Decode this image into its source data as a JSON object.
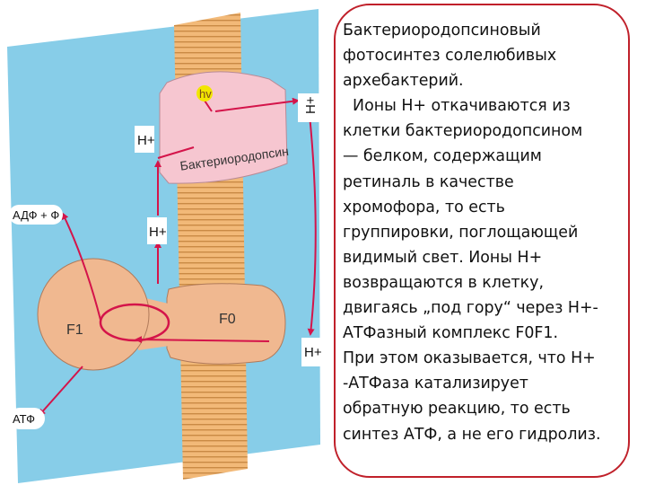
{
  "diagram": {
    "labels": {
      "hv": "hv",
      "h_top_right": "H+",
      "h_left_upper": "H+",
      "h_left_mid": "H+",
      "h_bottom_right": "H+",
      "bacteriorhodopsin": "Бактериородопсин",
      "adp": "АДФ + Ф",
      "f1": "F1",
      "f0": "F0",
      "atp": "АТФ"
    },
    "colors": {
      "background_medium": "#87cde8",
      "membrane": "#f2b978",
      "membrane_stripes": "#c98a45",
      "bacteriorhodopsin_protein": "#f6c6d0",
      "atp_synthase": "#f0b890",
      "arrows": "#d4144a",
      "hv_circle": "#f2e600"
    }
  },
  "text_panel": {
    "lines": [
      "Бактериородопсиновый",
      "фотосинтез солелюбивых",
      "архебактерий.",
      "  Ионы Н+ откачиваются из",
      "клетки бактериородопсином",
      "— белком, содержащим",
      "ретиналь в качестве",
      "хромофора, то есть",
      "группировки, поглощающей",
      "видимый свет. Ионы Н+",
      "возвращаются в клетку,",
      "двигаясь „под гору“ через Н+-",
      "АТФазный комплекс F0F1.",
      "При этом оказывается, что Н+",
      "-АТФаза катализирует",
      "обратную реакцию, то есть",
      "синтез АТФ, а не его гидролиз."
    ]
  }
}
